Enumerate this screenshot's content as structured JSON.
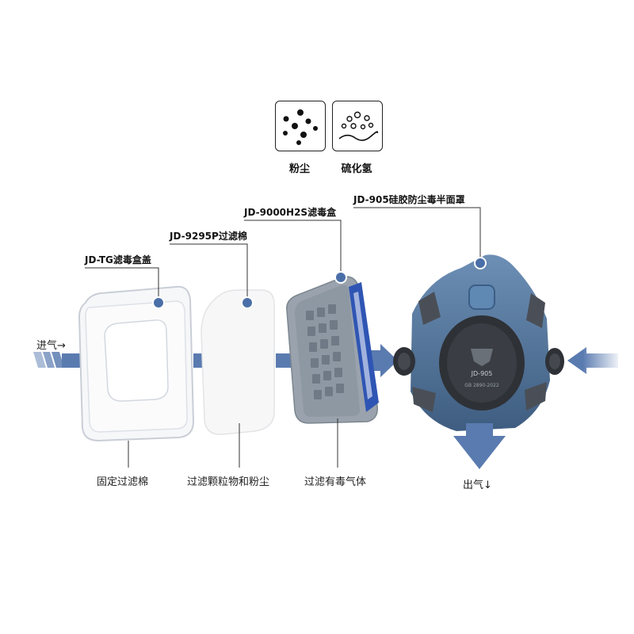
{
  "hazards": [
    {
      "label": "粉尘",
      "icon": "dust-particles-icon"
    },
    {
      "label": "硫化氢",
      "icon": "gas-bubbles-icon"
    }
  ],
  "components": {
    "cover": {
      "callout": "JD-TG滤毒盒盖",
      "function": "固定过滤棉"
    },
    "filter": {
      "callout": "JD-9295P过滤棉",
      "function": "过滤颗粒物和粉尘"
    },
    "cartridge": {
      "callout": "JD-9000H2S滤毒盒",
      "function": "过滤有毒气体"
    },
    "mask": {
      "callout": "JD-905硅胶防尘毒半面罩",
      "model_text": "JD-905",
      "standard_text": "GB 2890-2022"
    }
  },
  "flow": {
    "inlet": "进气→",
    "outlet": "出气↓"
  },
  "colors": {
    "accent": "#5a7bb0",
    "mask_body": "#4d6f93",
    "cartridge_blue": "#2f55b4",
    "dot": "#4a6fa8"
  }
}
